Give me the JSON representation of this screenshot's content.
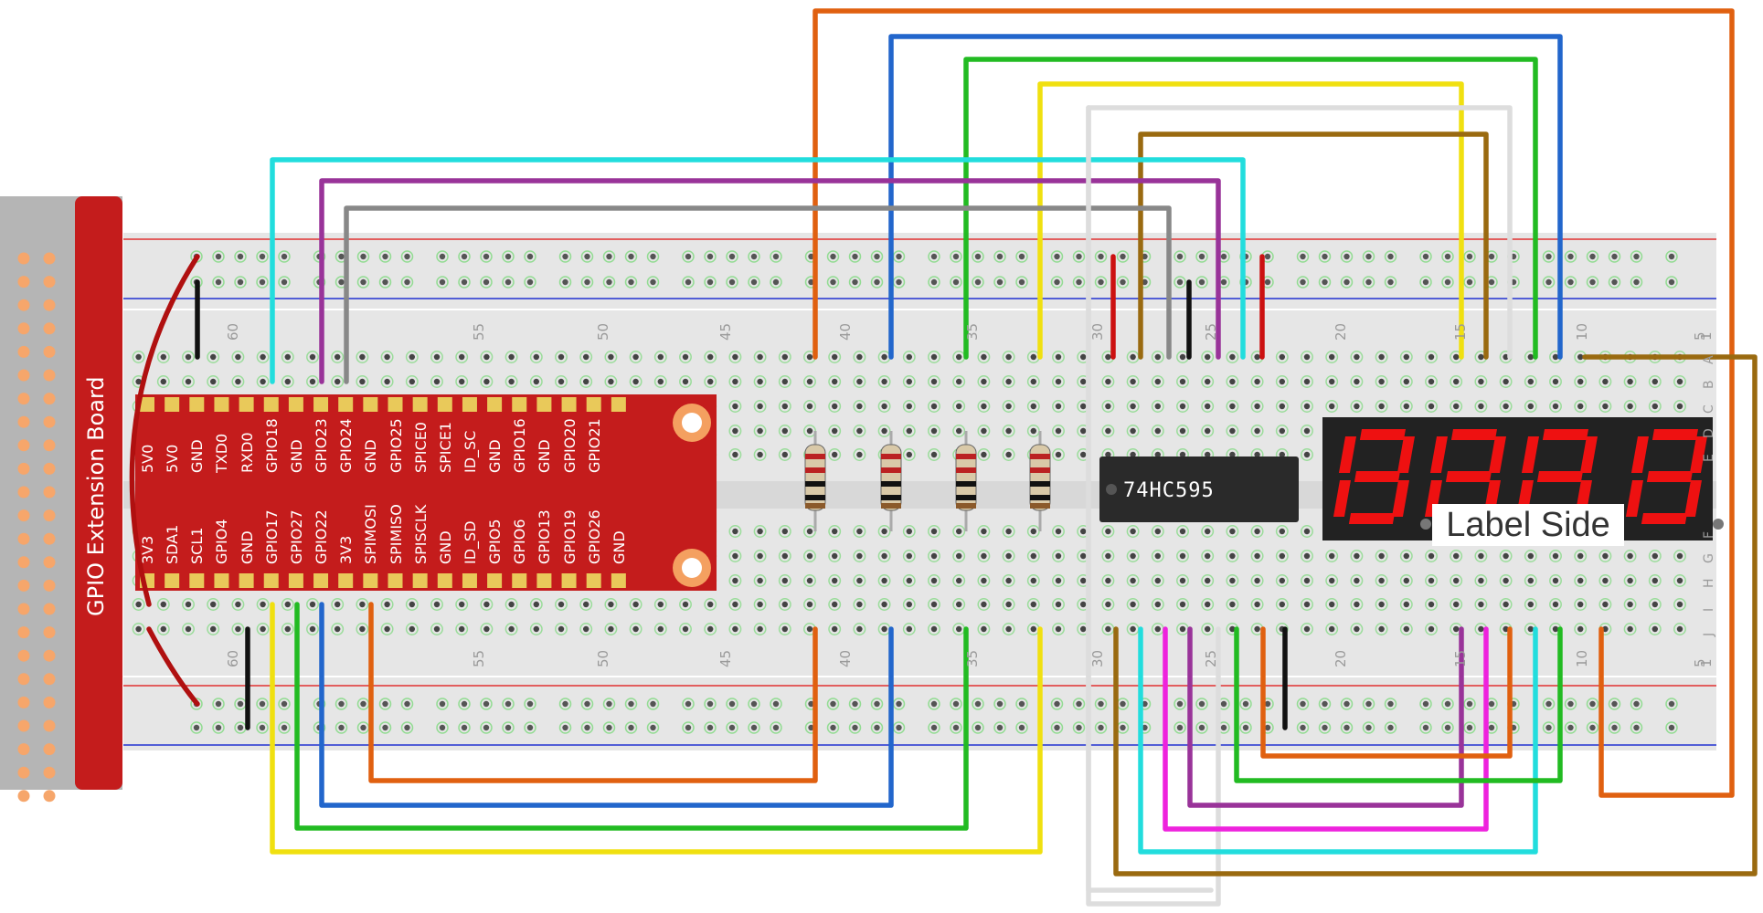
{
  "board_title": "GPIO Extension Board",
  "gpio_top_labels": [
    "5V0",
    "5V0",
    "GND",
    "TXD0",
    "RXD0",
    "GPIO18",
    "GND",
    "GPIO23",
    "GPIO24",
    "GND",
    "GPIO25",
    "SPICE0",
    "SPICE1",
    "ID_SC",
    "GND",
    "GPIO16",
    "GND",
    "GPIO20",
    "GPIO21"
  ],
  "gpio_bottom_labels": [
    "3V3",
    "SDA1",
    "SCL1",
    "GPIO4",
    "GND",
    "GPIO17",
    "GPIO27",
    "GPIO22",
    "3V3",
    "SPIMOSI",
    "SPIMISO",
    "SPISCLK",
    "GND",
    "ID_SD",
    "GPIO5",
    "GPIO6",
    "GPIO13",
    "GPIO19",
    "GPIO26",
    "GND"
  ],
  "breadboard_column_numbers": [
    "60",
    "55",
    "50",
    "45",
    "40",
    "35",
    "30",
    "25",
    "20",
    "15",
    "10",
    "5",
    "1"
  ],
  "row_letters_top": [
    "A",
    "B",
    "C",
    "D",
    "E"
  ],
  "row_letters_bottom": [
    "F",
    "G",
    "H",
    "I",
    "J"
  ],
  "chip_label": "74HC595",
  "display_label": "Label Side",
  "colors": {
    "board_red": "#c41c1c",
    "breadboard": "#e6e6e6",
    "rail_red": "#e03030",
    "rail_blue": "#2030d0",
    "segment_red": "#ee1111",
    "display_body": "#222222",
    "wire_orange": "#e06010",
    "wire_blue": "#2266cc",
    "wire_green": "#22bb22",
    "wire_yellow": "#f0e010",
    "wire_white": "#dddddd",
    "wire_brown": "#9a6a10",
    "wire_cyan": "#22dddd",
    "wire_purple": "#993399",
    "wire_gray": "#888888",
    "wire_magenta": "#ee22dd",
    "wire_red": "#cc1111",
    "wire_black": "#111111"
  },
  "icons": [
    "resistor-icon",
    "mounting-hole-icon",
    "seven-segment-display-icon",
    "ic-chip-icon"
  ]
}
